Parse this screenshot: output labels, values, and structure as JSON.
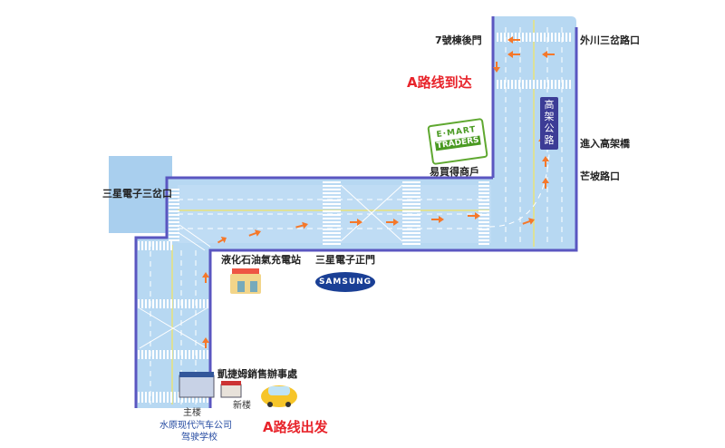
{
  "labels": {
    "gate7": "7號棟後門",
    "waichuan": "外川三岔路口",
    "route_end": "A路线到达",
    "elevated_road": "高架公路",
    "enter_elevated": "進入高架橋",
    "mangpo": "芒坡路口",
    "emart_store": "易買得商戶",
    "samsung_junction": "三星電子三岔口",
    "lpg_station": "液化石油氣充電站",
    "samsung_gate": "三星電子正門",
    "sales_office": "凱捷姆銷售辦事處",
    "main_bldg": "主楼",
    "new_bldg": "新楼",
    "school_line1": "水原现代汽车公司",
    "school_line2": "驾驶学校",
    "route_start": "A路线出发"
  },
  "logos": {
    "emart_top": "E·MART",
    "emart_bottom": "TRADERS",
    "samsung": "SAMSUNG"
  },
  "colors": {
    "road": "#b7d8f2",
    "road_dark": "#a4cbe9",
    "road_border": "#5a56c0",
    "route_arrow": "#f5782a",
    "centerline": "#e9e27a"
  },
  "icons": [
    "car-icon",
    "gas-station-icon",
    "building-icon"
  ]
}
